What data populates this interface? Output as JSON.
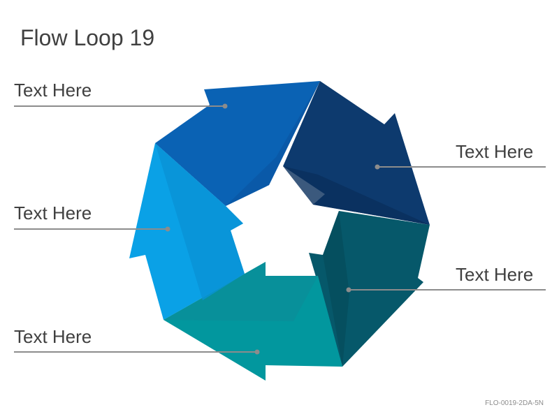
{
  "slide": {
    "title": "Flow Loop 19",
    "footer_code": "FLO-0019-2DA-5N"
  },
  "labels": [
    {
      "text": "Text Here"
    },
    {
      "text": "Text Here"
    },
    {
      "text": "Text Here"
    },
    {
      "text": "Text Here"
    },
    {
      "text": "Text Here"
    }
  ],
  "colors": {
    "segment_top_left": "#0a62b4",
    "segment_top_right": "#0d3a6e",
    "segment_right": "#06586a",
    "segment_bottom": "#02979e",
    "segment_left": "#0aa1e6",
    "connector_line": "#8c8c8c",
    "connector_dot": "#8c8c8c"
  }
}
